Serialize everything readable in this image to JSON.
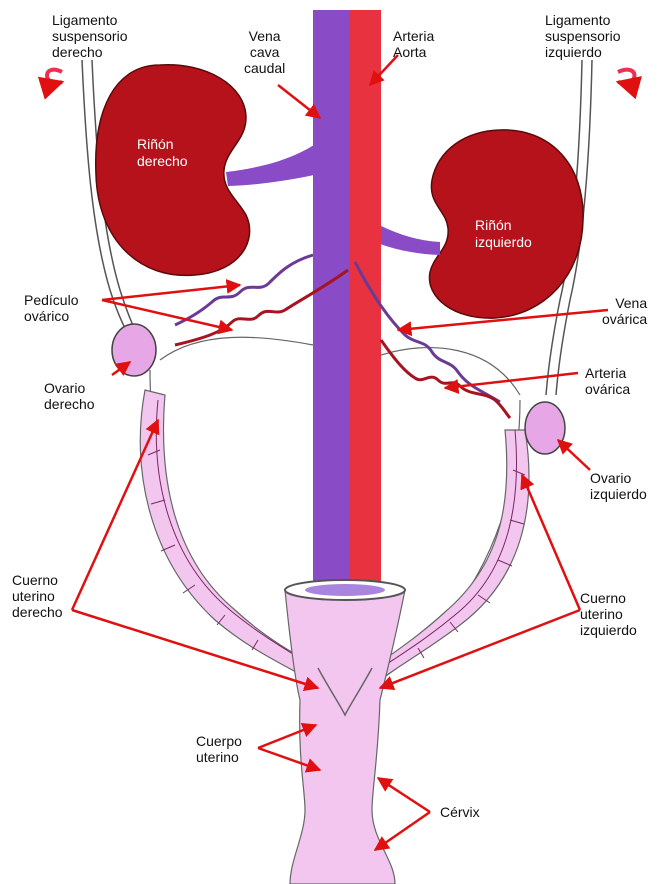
{
  "labels": {
    "lig_derecho": "Ligamento\nsuspensorio\nderecho",
    "vena_cava": "Vena\ncava\ncaudal",
    "arteria_aorta": "Arteria\nAorta",
    "lig_izquierdo": "Ligamento\nsuspensorio\nizquierdo",
    "rinon_derecho": "Riñón\nderecho",
    "rinon_izquierdo": "Riñón\nizquierdo",
    "pediculo": "Pedículo\novárico",
    "vena_ovarica": "Vena\novárica",
    "ovario_derecho": "Ovario\nderecho",
    "arteria_ovarica": "Arteria\novárica",
    "ovario_izquierdo": "Ovario\nizquierdo",
    "cuerno_derecho": "Cuerno\nuterino\nderecho",
    "cuerno_izquierdo": "Cuerno\nuterino\nizquierdo",
    "cuerpo_uterino": "Cuerpo\nuterino",
    "cervix": "Cérvix"
  },
  "colors": {
    "kidney": "#b5121b",
    "vena": "#8a4bc6",
    "arteria": "#e8323f",
    "uterus": "#f2c6ef",
    "arrow": "#e01010",
    "outline": "#555555"
  }
}
